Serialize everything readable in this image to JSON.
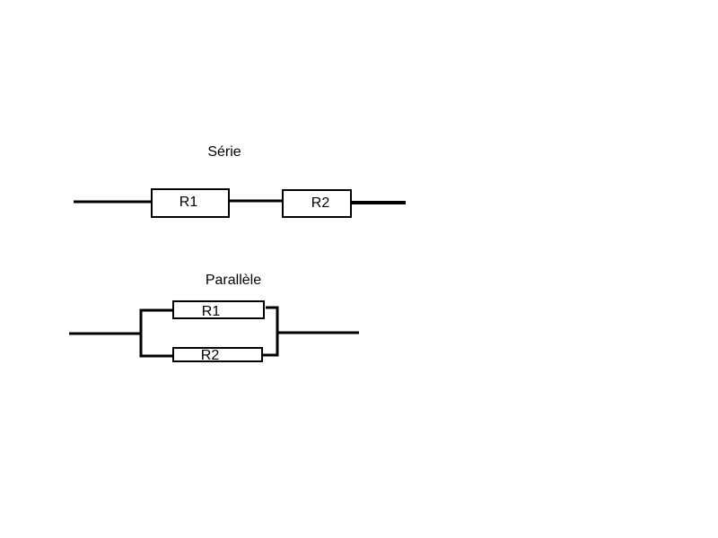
{
  "series": {
    "title": "Série",
    "resistors": [
      "R1",
      "R2"
    ]
  },
  "parallel": {
    "title": "Parallèle",
    "resistors": [
      "R1",
      "R2"
    ]
  },
  "colors": {
    "stroke": "#000000",
    "background": "#ffffff"
  }
}
